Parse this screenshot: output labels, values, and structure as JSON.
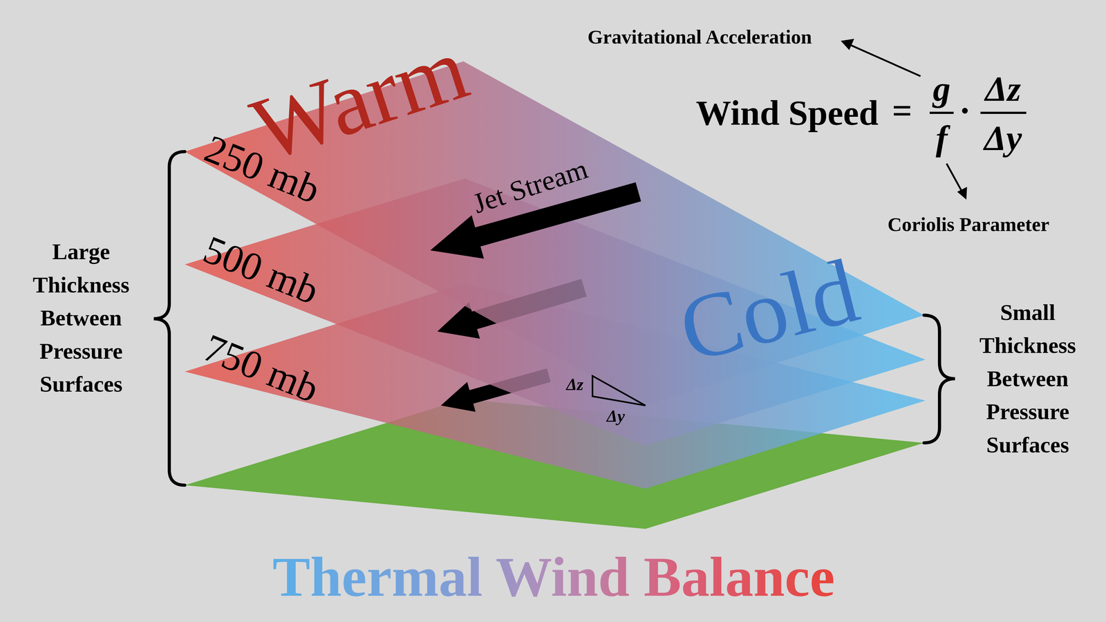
{
  "diagram": {
    "title": "Thermal Wind Balance",
    "labels": [
      "Warm",
      "250 mb",
      "500 mb",
      "750 mb",
      "Jet Stream",
      "Cold",
      "Large Thickness Between Pressure Surfaces",
      "Small Thickness Between Pressure Surfaces",
      "Gravitational Acceleration",
      "Coriolis Parameter",
      "Wind Speed",
      "=",
      "g",
      "f",
      "·",
      "Δz",
      "Δy",
      "Δz",
      "Δy"
    ]
  }
}
